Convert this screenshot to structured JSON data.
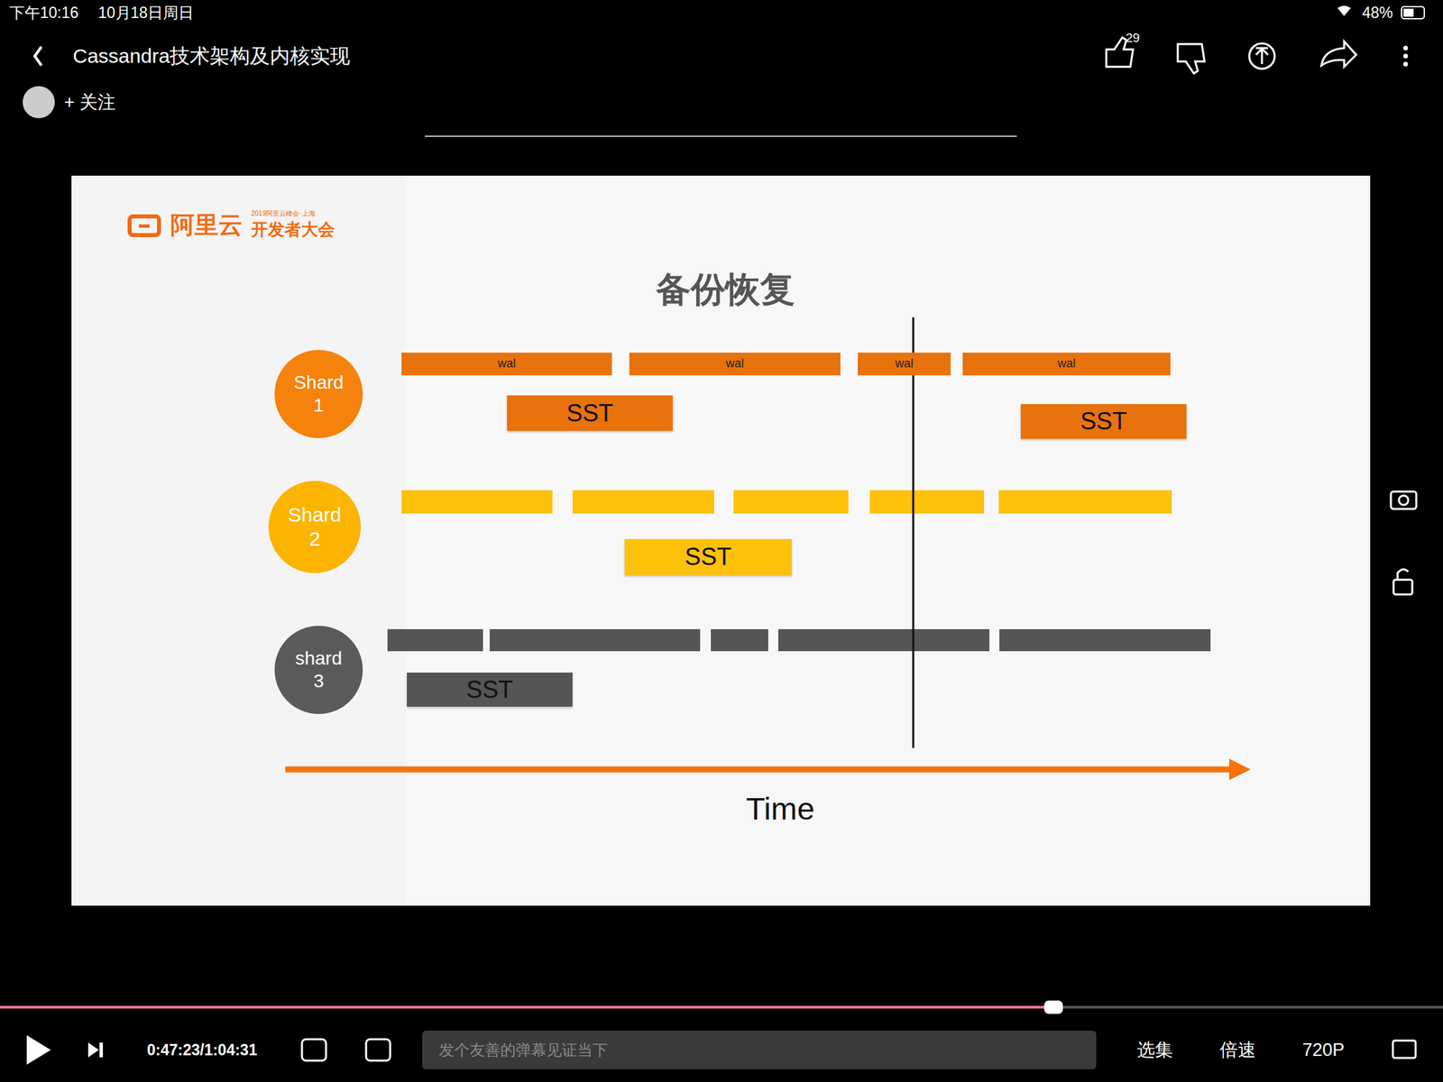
{
  "diagram": {
    "title": "备份恢复",
    "nodes": [
      {
        "text": [
          "Shard 1"
        ]
      },
      {
        "text": [
          "wal"
        ]
      },
      {
        "text": [
          "wal"
        ]
      },
      {
        "text": [
          "wal"
        ]
      },
      {
        "text": [
          "wal"
        ]
      },
      {
        "text": [
          "SST"
        ]
      },
      {
        "text": [
          "SST"
        ]
      },
      {
        "text": [
          "Shard 2"
        ]
      },
      {
        "text": [
          "SST"
        ]
      },
      {
        "text": [
          "shard 3"
        ]
      },
      {
        "text": [
          "SST"
        ]
      }
    ],
    "labels": [
      "下午10:16",
      "10月18日周日",
      "48%",
      "Cassandra技术架构及内核实现",
      "29",
      "+ 关注",
      "阿里云",
      "2019阿里云峰会·上海",
      "开发者大会",
      "Time",
      "0:47:23/1:04:31",
      "发个友善的弹幕见证当下",
      "选集",
      "倍速",
      "720P"
    ]
  }
}
